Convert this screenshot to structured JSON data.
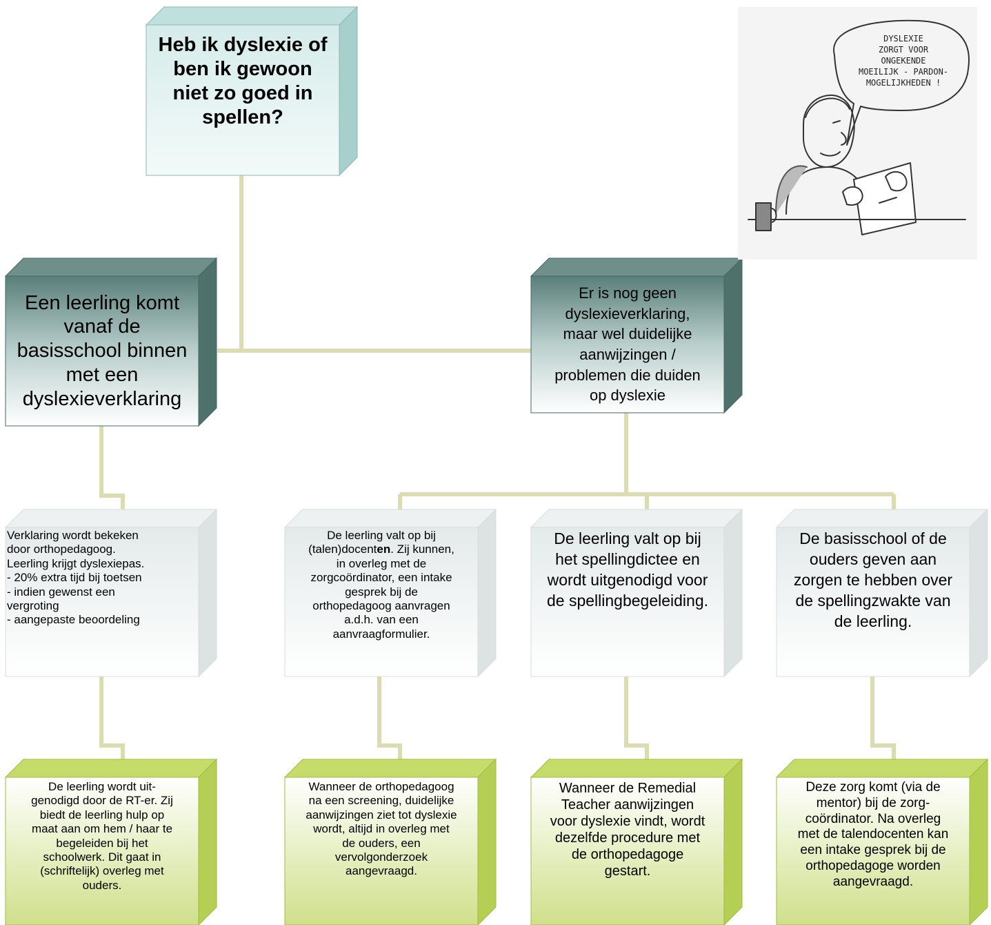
{
  "colors": {
    "connector": "#dcdcb2",
    "teal_top": "#b8dcd9",
    "teal_front": "#e8f4f3",
    "dark_front_top": "#5a7f7a",
    "dark_front_bottom": "#ffffff",
    "gray_front_top": "#e2e8e7",
    "green_front_top": "#cfe08a",
    "green_front_bottom": "#ffffff"
  },
  "boxes": {
    "question": {
      "lines": [
        "Heb ik dyslexie of",
        "ben ik gewoon",
        "niet zo goed in",
        "spellen?"
      ]
    },
    "left_main": {
      "lines": [
        "Een leerling komt",
        "vanaf de",
        "basisschool binnen",
        "met een",
        "dyslexieverklaring"
      ]
    },
    "right_main": {
      "lines": [
        "Er is nog geen",
        "dyslexieverklaring,",
        "maar wel duidelijke",
        "aanwijzingen /",
        "problemen die duiden",
        "op dyslexie"
      ]
    },
    "mid1": {
      "lines": [
        "Verklaring wordt bekeken",
        "door orthopedagoog.",
        "Leerling krijgt dyslexiepas.",
        "- 20% extra tijd bij toetsen",
        "- indien gewenst een",
        "vergroting",
        "- aangepaste beoordeling"
      ]
    },
    "mid2": {
      "lines": [
        "De leerling valt op bij",
        "(talen)docenten. Zij kunnen,",
        "in overleg met de",
        "zorgcoördinator, een intake",
        "gesprek bij de",
        "orthopedagoog aanvragen",
        "a.d.h. van een",
        "aanvraagformulier."
      ]
    },
    "mid3": {
      "lines": [
        "De leerling valt op bij",
        "het spellingdictee en",
        "wordt uitgenodigd voor",
        "de spellingbegeleiding."
      ]
    },
    "mid4": {
      "lines": [
        "De basisschool of de",
        "ouders geven aan",
        "zorgen te hebben over",
        "de spellingzwakte van",
        "de leerling."
      ]
    },
    "bot1": {
      "lines": [
        "De leerling wordt uit-",
        "genodigd door de RT-er. Zij",
        "biedt de leerling hulp op",
        "maat aan om hem / haar te",
        "begeleiden bij het",
        "schoolwerk. Dit gaat in",
        "(schriftelijk) overleg met",
        "ouders."
      ]
    },
    "bot2": {
      "lines": [
        "Wanneer de orthopedagoog",
        "na een screening, duidelijke",
        "aanwijzingen ziet tot dyslexie",
        "wordt, altijd in overleg met",
        "de ouders, een",
        "vervolgonderzoek",
        "aangevraagd."
      ]
    },
    "bot3": {
      "lines": [
        "Wanneer de Remedial",
        "Teacher aanwijzingen",
        "voor dyslexie vindt, wordt",
        "dezelfde procedure met",
        "de orthopedagoge",
        "gestart."
      ]
    },
    "bot4": {
      "lines": [
        "Deze zorg komt (via de",
        "mentor) bij de zorg-",
        "coördinator. Na overleg",
        "met de talendocenten kan",
        "een intake gesprek bij de",
        "orthopedagoge worden",
        "aangevraagd."
      ]
    }
  },
  "cartoon": {
    "bubble_lines": [
      "DYSLEXIE",
      "ZORGT VOOR",
      "ONGEKENDE",
      "MOEILIJK - PARDON-",
      "MOGELIJKHEDEN !"
    ]
  }
}
